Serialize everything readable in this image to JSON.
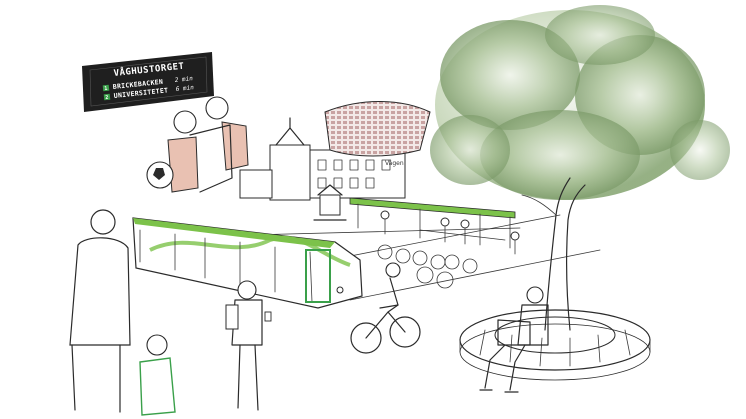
{
  "sign": {
    "stop_name": "VÅGHUSTORGET",
    "rows": [
      {
        "line": "1",
        "destination": "BRICKEBACKEN",
        "time": "2 min"
      },
      {
        "line": "2",
        "destination": "UNIVERSITETET",
        "time": "6 min"
      }
    ]
  },
  "building_sign": "Vågen",
  "colors": {
    "line_green": "#3aa04a",
    "bus_green": "#7cc24a",
    "tree_green": "#7f9f6e",
    "ink": "#2b2b2b",
    "backpack_pink": "#e9c1b2",
    "sign_black": "#1f1f1f"
  }
}
